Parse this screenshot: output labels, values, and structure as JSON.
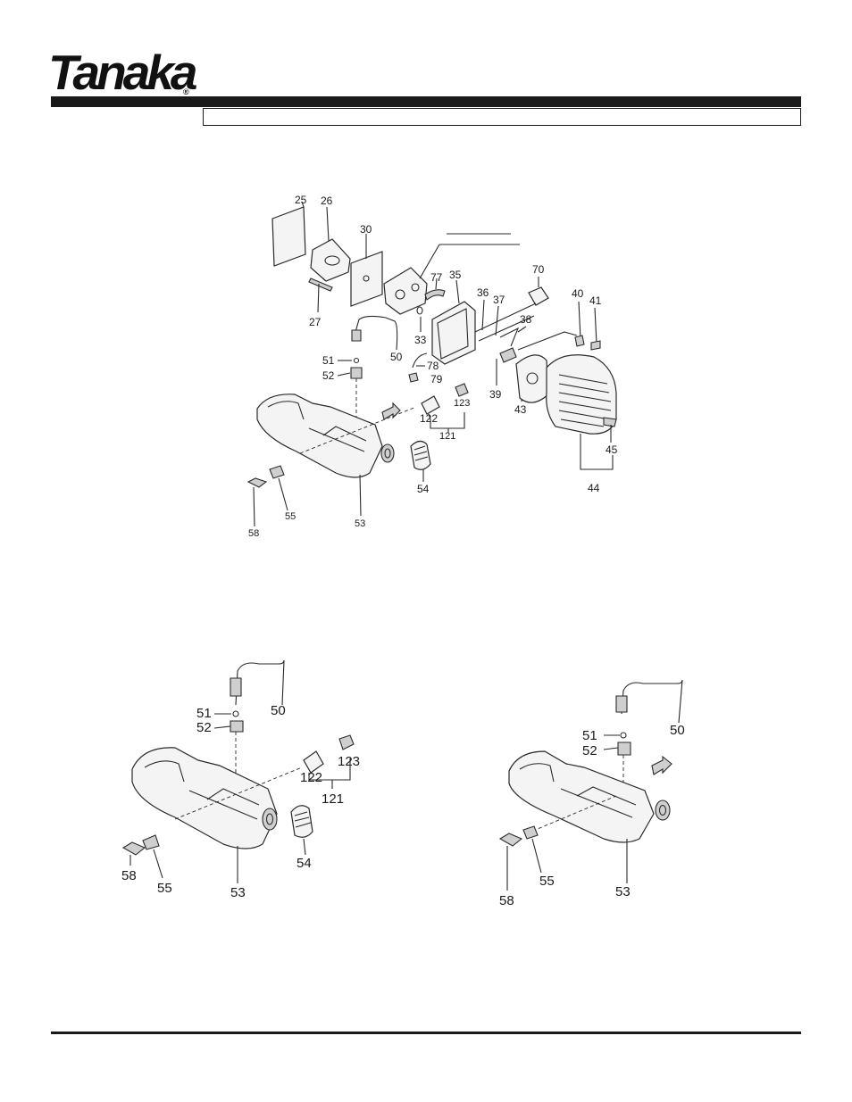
{
  "header": {
    "brand": "Tanaka",
    "registered_mark": "®"
  },
  "diagram_main": {
    "labels": [
      "25",
      "26",
      "27",
      "30",
      "77",
      "35",
      "70",
      "36",
      "37",
      "40",
      "41",
      "38",
      "33",
      "78",
      "79",
      "39",
      "43",
      "51",
      "52",
      "50",
      "122",
      "123",
      "121",
      "45",
      "44",
      "54",
      "58",
      "55",
      "53"
    ]
  },
  "diagram_left": {
    "labels": [
      "50",
      "51",
      "52",
      "123",
      "122",
      "121",
      "54",
      "58",
      "55",
      "53"
    ]
  },
  "diagram_right": {
    "labels": [
      "50",
      "51",
      "52",
      "58",
      "55",
      "53"
    ]
  }
}
